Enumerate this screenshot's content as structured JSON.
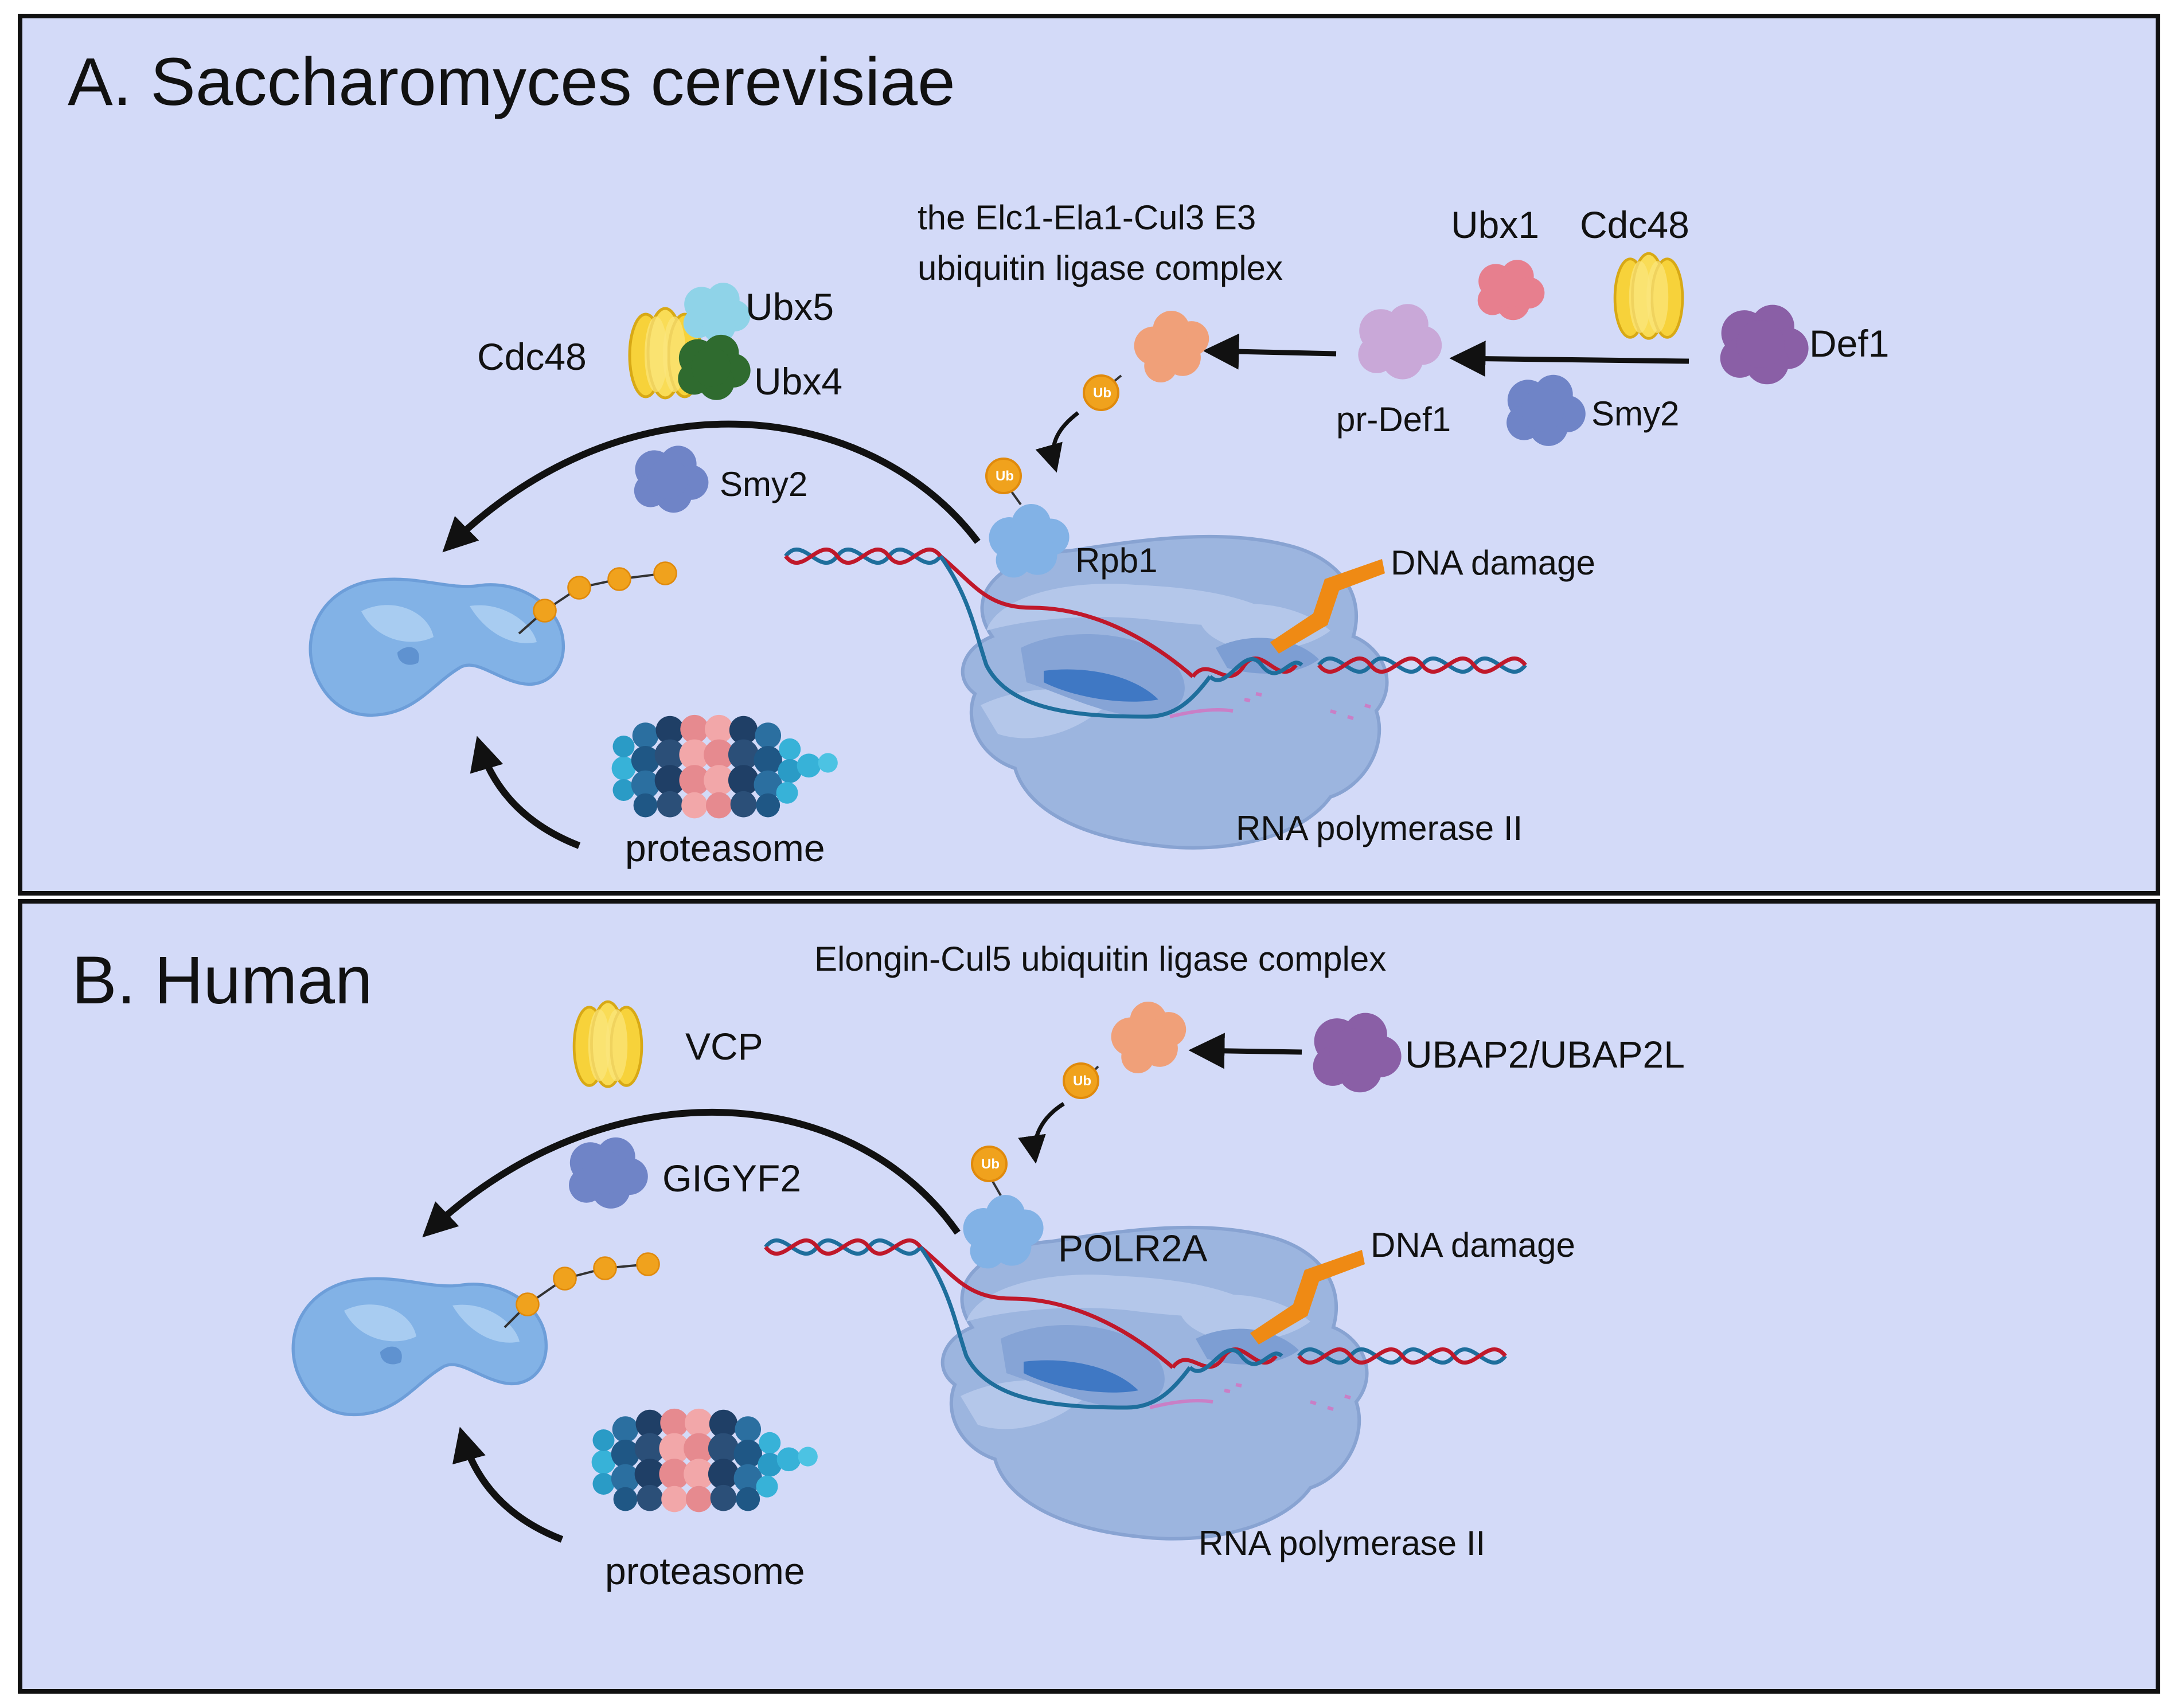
{
  "colors": {
    "panel_background": "#d3daf8",
    "border": "#111111",
    "arrow": "#111111",
    "polymerase": "#9cb5df",
    "protein_blue": "#82b2e6",
    "dna_red": "#c0182a",
    "dna_blue": "#1e6e9c",
    "ubiquitin": "#f0a21d",
    "cdc48_yellow": "#f7d23a",
    "ubx5_cyan": "#8fd3e8",
    "ubx4_green": "#2f6b2f",
    "ubx1_pink": "#e77f8e",
    "def1_purple": "#8a5fa6",
    "prdef1_lilac": "#c9a8d8",
    "smy2_periwinkle": "#6f84c7",
    "e3_orange": "#f0a079",
    "dna_damage_orange": "#ef8a14",
    "proteasome_pink": "#e68a8f",
    "proteasome_navy": "#1f3f66",
    "proteasome_cyan": "#37b2d8"
  },
  "panel_a": {
    "title": "A. Saccharomyces cerevisiae",
    "labels": {
      "e3_complex_line1": "the Elc1-Ela1-Cul3 E3",
      "e3_complex_line2": "ubiquitin ligase complex",
      "ubx1": "Ubx1",
      "cdc48_right": "Cdc48",
      "def1": "Def1",
      "pr_def1": "pr-Def1",
      "smy2_right": "Smy2",
      "cdc48_left": "Cdc48",
      "ubx5": "Ubx5",
      "ubx4": "Ubx4",
      "smy2_left": "Smy2",
      "rpb1": "Rpb1",
      "dna_damage": "DNA damage",
      "rna_pol": "RNA polymerase II",
      "proteasome": "proteasome"
    }
  },
  "panel_b": {
    "title": "B. Human",
    "labels": {
      "e3_complex": "Elongin-Cul5 ubiquitin ligase complex",
      "ubap": "UBAP2/UBAP2L",
      "vcp": "VCP",
      "gigyf2": "GIGYF2",
      "polr2a": "POLR2A",
      "dna_damage": "DNA damage",
      "rna_pol": "RNA polymerase II",
      "proteasome": "proteasome"
    }
  },
  "ub_label": "Ub",
  "icons": [
    "protein-blob-icon",
    "ubiquitin-icon",
    "proteasome-icon",
    "cdc48-hexamer-icon",
    "dna-helix-icon",
    "rna-polymerase-icon",
    "dna-damage-icon",
    "arrow-icon"
  ]
}
